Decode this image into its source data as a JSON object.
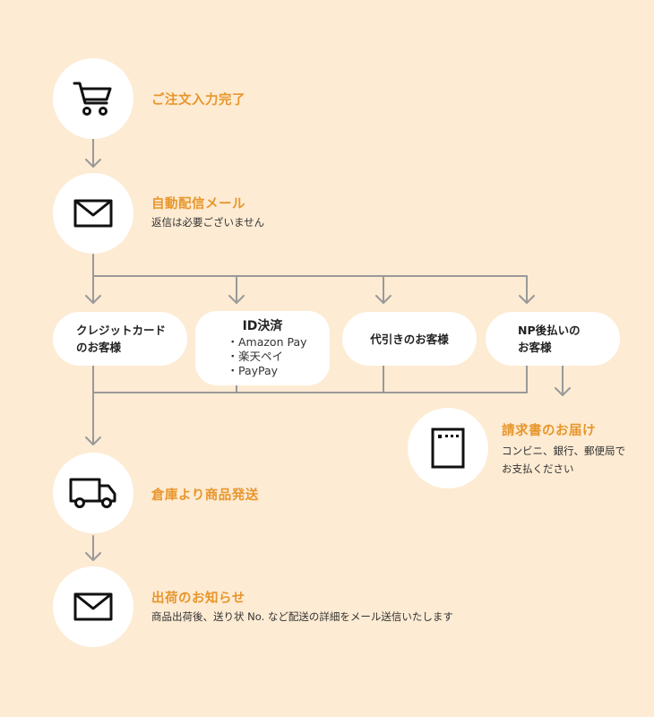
{
  "steps": {
    "order_complete": {
      "title": "ご注文入力完了",
      "icon": "cart-icon"
    },
    "auto_email": {
      "title": "自動配信メール",
      "sub": "返信は必要ございません",
      "icon": "mail-icon"
    },
    "shipping": {
      "title": "倉庫より商品発送",
      "icon": "truck-icon"
    },
    "shipment_notice": {
      "title": "出荷のお知らせ",
      "sub": "商品出荷後、送り状 No. など配送の詳細をメール送信いたします",
      "icon": "mail-icon"
    },
    "invoice": {
      "title": "請求書のお届け",
      "sub_lines": [
        "コンビニ、銀行、郵便局で",
        "お支払ください"
      ],
      "icon": "invoice-icon"
    }
  },
  "payment_options": {
    "credit": {
      "lines": [
        "クレジットカード",
        "のお客様"
      ]
    },
    "id_payment": {
      "title": "ID決済",
      "items": [
        "・Amazon Pay",
        "・楽天ペイ",
        "・PayPay"
      ]
    },
    "cod": {
      "lines": [
        "代引きのお客様"
      ]
    },
    "np": {
      "lines": [
        "NP後払いの",
        "お客様"
      ]
    }
  },
  "colors": {
    "background": "#fdebd3",
    "accent": "#e8962c",
    "line": "#999999",
    "icon": "#111111"
  }
}
